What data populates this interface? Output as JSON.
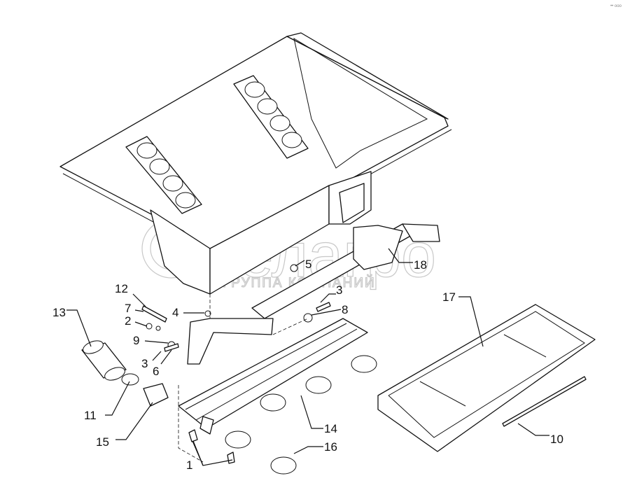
{
  "corner_mark": "•• ooo",
  "watermark": {
    "brand": "белагро",
    "subtitle": "ГРУППА КОМПАНИЙ"
  },
  "callouts": {
    "c12": "12",
    "c7": "7",
    "c2": "2",
    "c4": "4",
    "c9": "9",
    "c3a": "3",
    "c6": "6",
    "c5": "5",
    "c3b": "3",
    "c8": "8",
    "c18": "18",
    "c13": "13",
    "c11": "11",
    "c15": "15",
    "c14": "14",
    "c16": "16",
    "c1": "1",
    "c17": "17",
    "c10": "10"
  }
}
